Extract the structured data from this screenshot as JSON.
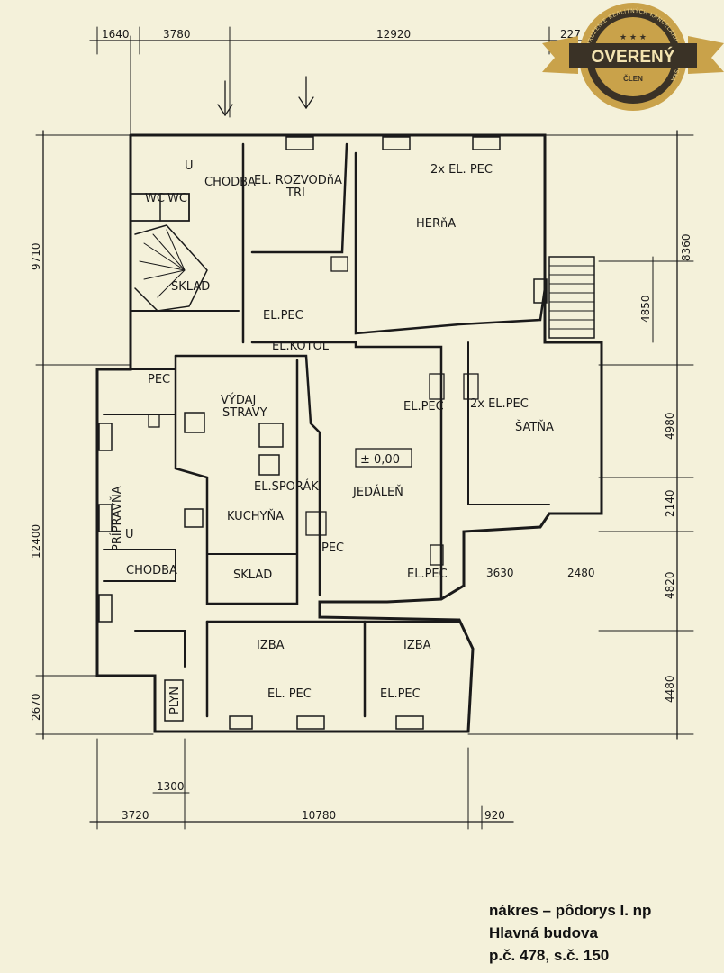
{
  "dimensions": {
    "top": [
      "1640",
      "3780",
      "12920",
      "227"
    ],
    "bottom": [
      "3720",
      "10780",
      "920"
    ],
    "bottom_small": "1300",
    "left": [
      "9710",
      "12400",
      "2670"
    ],
    "right": [
      "8360",
      "4850",
      "4980",
      "2140",
      "4820",
      "4480"
    ],
    "interior": [
      "3630",
      "2480"
    ]
  },
  "rooms": {
    "chodba_top": "CHODBA",
    "wc1": "WC",
    "wc2": "WC",
    "u_top": "U",
    "sklad_top": "SKLAD",
    "el_rozvodna": "EL. ROZVODňA",
    "tri": "TRI",
    "heriva": "HERňA",
    "el_pec_heriva": "2x EL. PEC",
    "el_pec_small": "EL.PEC",
    "el_kotol": "EL.KOTOL",
    "pec_left": "PEC",
    "vydaj": "VÝDAJ",
    "stravy": "STRAVY",
    "el_sporak": "EL.SPORÁK",
    "kuchyna": "KUCHYŇA",
    "pripravna": "PRÍPRAVŇA",
    "u_left": "U",
    "chodba_left": "CHODBA",
    "sklad_bottom": "SKLAD",
    "jedalen": "JEDÁLEŇ",
    "level": "± 0,00",
    "el_pec_jedalen": "EL.PEC",
    "pec_jedalen": "PEC",
    "el_pec_jedalen2": "EL.PEC",
    "satna_pec": "2x EL.PEC",
    "satna": "ŠATŇA",
    "izba1": "IZBA",
    "izba2": "IZBA",
    "el_pec_izba1": "EL. PEC",
    "el_pec_izba2": "EL.PEC",
    "plyn": "PLYN"
  },
  "badge": {
    "arc_text": "ZDRUŽENIE REALITNÝCH KANCELÁRIÍ SLOVENSKA",
    "stars": "★ ★ ★",
    "title": "OVERENÝ",
    "subtitle": "ČLEN",
    "gold": "#c9a24a",
    "dark": "#3a3226"
  },
  "caption": {
    "line1": "nákres – pôdorys  I. np",
    "line2": "Hlavná budova",
    "line3": "p.č. 478, s.č. 150"
  },
  "colors": {
    "paper": "#f4f1da",
    "ink": "#1a1a1a"
  }
}
